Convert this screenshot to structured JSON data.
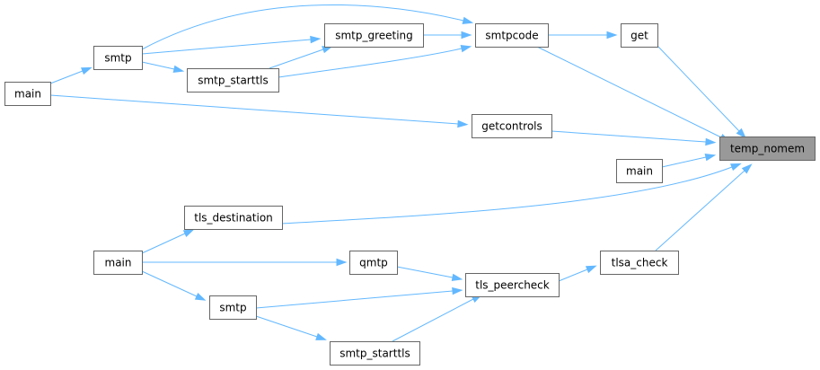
{
  "colors": {
    "edge": "#63b8ff",
    "focus_fill": "#999999",
    "node_border": "#666666"
  },
  "nodes": [
    {
      "id": "temp_nomem",
      "label": "temp_nomem",
      "focus": true
    },
    {
      "id": "get",
      "label": "get"
    },
    {
      "id": "smtpcode",
      "label": "smtpcode"
    },
    {
      "id": "smtp_greeting",
      "label": "smtp_greeting"
    },
    {
      "id": "smtp1",
      "label": "smtp"
    },
    {
      "id": "smtp_starttls1",
      "label": "smtp_starttls"
    },
    {
      "id": "main1",
      "label": "main"
    },
    {
      "id": "getcontrols",
      "label": "getcontrols"
    },
    {
      "id": "main2",
      "label": "main"
    },
    {
      "id": "tls_destination",
      "label": "tls_destination"
    },
    {
      "id": "main3",
      "label": "main"
    },
    {
      "id": "tlsa_check",
      "label": "tlsa_check"
    },
    {
      "id": "tls_peercheck",
      "label": "tls_peercheck"
    },
    {
      "id": "qmtp",
      "label": "qmtp"
    },
    {
      "id": "smtp2",
      "label": "smtp"
    },
    {
      "id": "smtp_starttls2",
      "label": "smtp_starttls"
    }
  ],
  "edges": [
    {
      "from": "get",
      "to": "temp_nomem"
    },
    {
      "from": "smtpcode",
      "to": "temp_nomem"
    },
    {
      "from": "getcontrols",
      "to": "temp_nomem"
    },
    {
      "from": "main2",
      "to": "temp_nomem"
    },
    {
      "from": "tls_destination",
      "to": "temp_nomem"
    },
    {
      "from": "tlsa_check",
      "to": "temp_nomem"
    },
    {
      "from": "smtpcode",
      "to": "get"
    },
    {
      "from": "smtp_greeting",
      "to": "smtpcode"
    },
    {
      "from": "smtp1",
      "to": "smtpcode"
    },
    {
      "from": "smtp_starttls1",
      "to": "smtpcode"
    },
    {
      "from": "smtp1",
      "to": "smtp_greeting"
    },
    {
      "from": "smtp_starttls1",
      "to": "smtp_greeting"
    },
    {
      "from": "smtp1",
      "to": "smtp_starttls1"
    },
    {
      "from": "main1",
      "to": "smtp1"
    },
    {
      "from": "main1",
      "to": "getcontrols"
    },
    {
      "from": "main3",
      "to": "tls_destination"
    },
    {
      "from": "tls_peercheck",
      "to": "tlsa_check"
    },
    {
      "from": "qmtp",
      "to": "tls_peercheck"
    },
    {
      "from": "smtp2",
      "to": "tls_peercheck"
    },
    {
      "from": "smtp_starttls2",
      "to": "tls_peercheck"
    },
    {
      "from": "main3",
      "to": "qmtp"
    },
    {
      "from": "main3",
      "to": "smtp2"
    },
    {
      "from": "smtp2",
      "to": "smtp_starttls2"
    }
  ]
}
